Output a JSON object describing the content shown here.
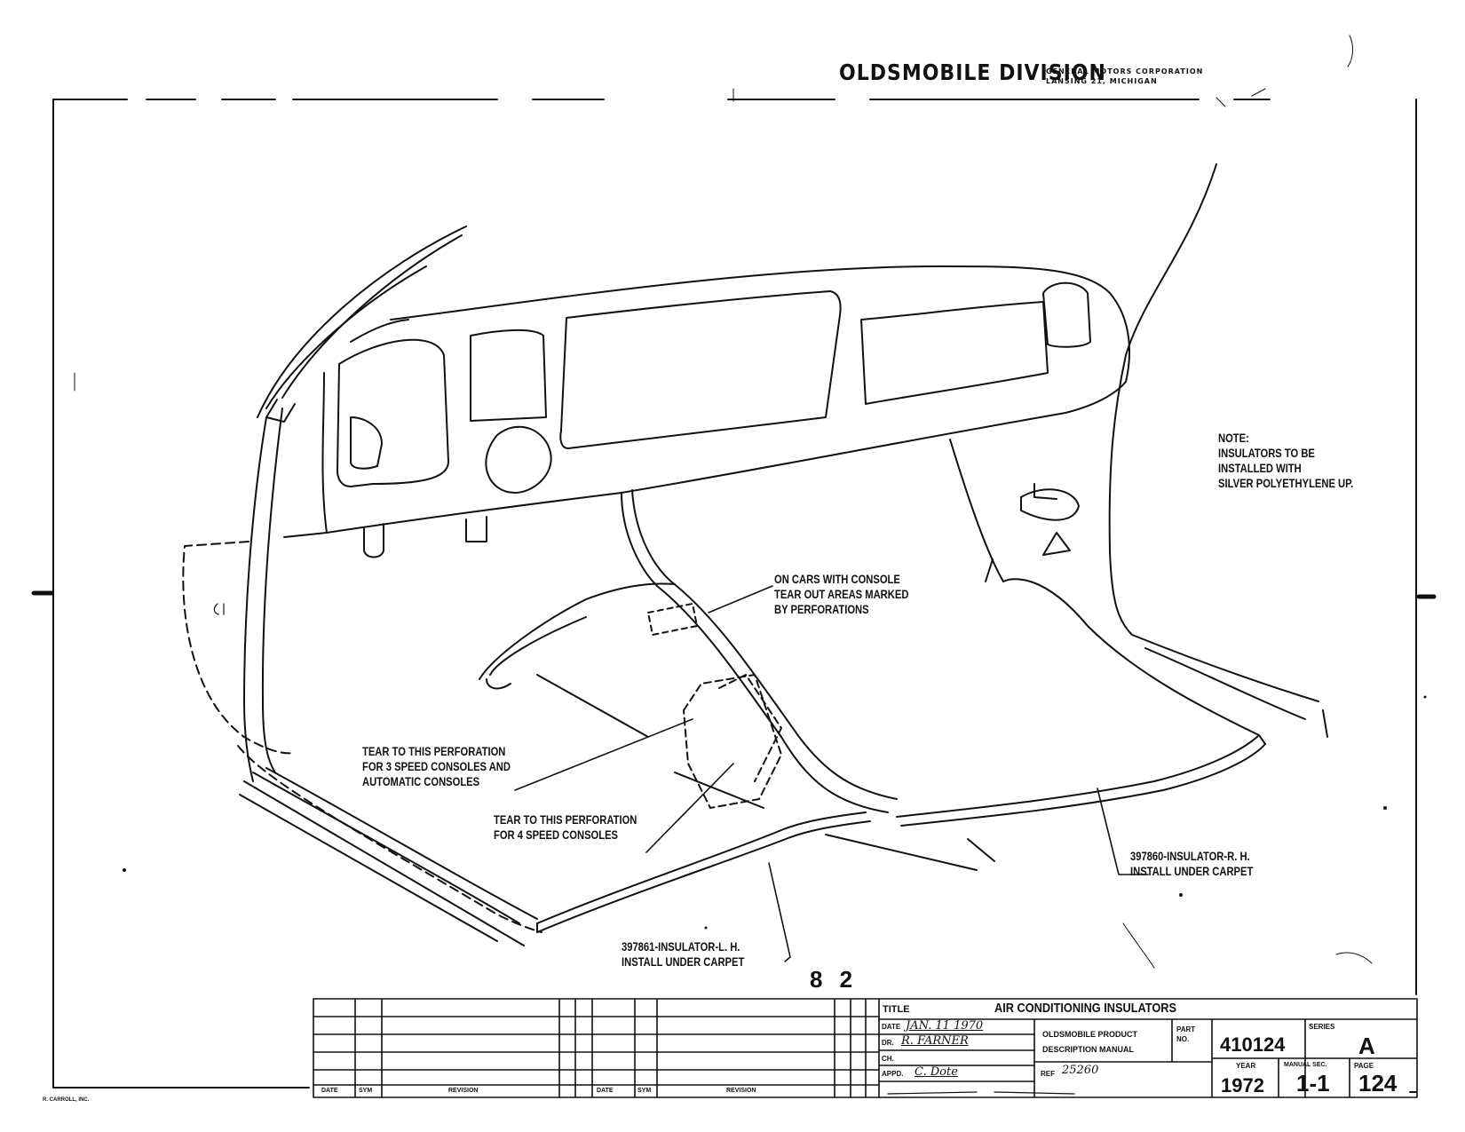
{
  "header": {
    "division": "OLDSMOBILE DIVISION",
    "corporation": "GENERAL MOTORS CORPORATION",
    "location": "LANSING 21, MICHIGAN"
  },
  "note": {
    "lines": [
      "NOTE:",
      "INSULATORS TO BE",
      "INSTALLED WITH",
      "SILVER POLYETHYLENE UP."
    ]
  },
  "callouts": {
    "console": [
      "ON CARS WITH CONSOLE",
      "TEAR OUT AREAS MARKED",
      "BY PERFORATIONS"
    ],
    "three_speed": [
      "TEAR TO THIS PERFORATION",
      "FOR 3 SPEED CONSOLES AND",
      "AUTOMATIC CONSOLES"
    ],
    "four_speed": [
      "TEAR TO THIS PERFORATION",
      "FOR 4 SPEED CONSOLES"
    ],
    "rh": [
      "397860-INSULATOR-R. H.",
      "INSTALL UNDER CARPET"
    ],
    "lh": [
      "397861-INSULATOR-L. H.",
      "INSTALL UNDER CARPET"
    ]
  },
  "page_number": "8 2",
  "title_block": {
    "title_label": "TITLE",
    "title": "AIR CONDITIONING INSULATORS",
    "date_label": "DATE",
    "date_value": "JAN. 11 1970",
    "dr_label": "DR.",
    "dr_value": "R. FARNER",
    "ch_label": "CH.",
    "appd_label": "APPD.",
    "appd_value": "C. Dote",
    "manual_line1": "OLDSMOBILE PRODUCT",
    "manual_line2": "DESCRIPTION MANUAL",
    "part_label": "PART NO.",
    "part_no": "410124",
    "series_label": "SERIES",
    "series": "A",
    "ref_label": "REF",
    "ref_value": "25260",
    "year_label": "YEAR",
    "year": "1972",
    "manual_sec_label": "MANUAL SEC.",
    "manual_sec": "1-1",
    "page_label": "PAGE",
    "page": "124",
    "rev_headers": [
      "DATE",
      "SYM",
      "REVISION",
      "DATE",
      "SYM",
      "REVISION"
    ]
  },
  "credit": "R. CARROLL, INC."
}
